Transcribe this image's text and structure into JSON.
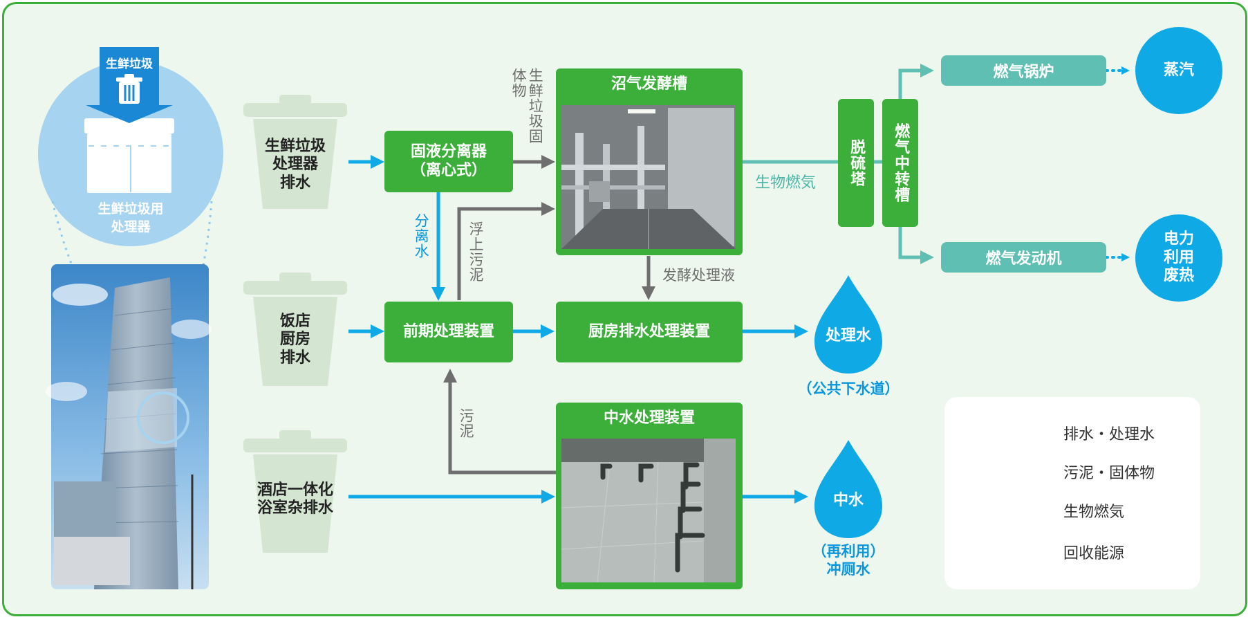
{
  "colors": {
    "frame_green": "#3cae3a",
    "bg": "#eef7ee",
    "blue": "#0fa9e6",
    "gray": "#6e6e6e",
    "teal": "#5fbfb2"
  },
  "disposer": {
    "top_label": "生鲜垃圾",
    "caption": "生鲜垃圾用\n处理器"
  },
  "sources": [
    {
      "label": "生鲜垃圾\n处理器\n排水"
    },
    {
      "label": "饭店\n厨房\n排水"
    },
    {
      "label": "酒店一体化\n浴室杂排水"
    }
  ],
  "boxes": {
    "separator": "固液分离器\n（离心式）",
    "fermentation": "沼气发酵槽",
    "pretreatment": "前期处理装置",
    "kitchen_treatment": "厨房排水处理装置",
    "greywater_treatment": "中水处理装置",
    "desulfurization": "脱硫塔",
    "gas_tank": "燃气中转槽",
    "boiler": "燃气锅炉",
    "generator": "燃气发动机"
  },
  "labels": {
    "solids": "生鲜垃圾固体物",
    "separated_water": "分离水",
    "floating_sludge": "浮上污泥",
    "fermentation_liquid": "发酵处理液",
    "biogas": "生物燃気",
    "sludge": "污泥"
  },
  "outputs": {
    "steam": "蒸汽",
    "power_heat": "电力\n利用\n废热",
    "treated_water": "处理水",
    "treated_water_note": "（公共下水道）",
    "greywater": "中水",
    "greywater_note": "（再利用）\n冲厕水"
  },
  "legend": [
    {
      "label": "排水・处理水",
      "style": "blue-arrow"
    },
    {
      "label": "污泥・固体物",
      "style": "gray-arrow"
    },
    {
      "label": "生物燃気",
      "style": "teal-arrow"
    },
    {
      "label": "回收能源",
      "style": "dotted-arrow"
    }
  ]
}
